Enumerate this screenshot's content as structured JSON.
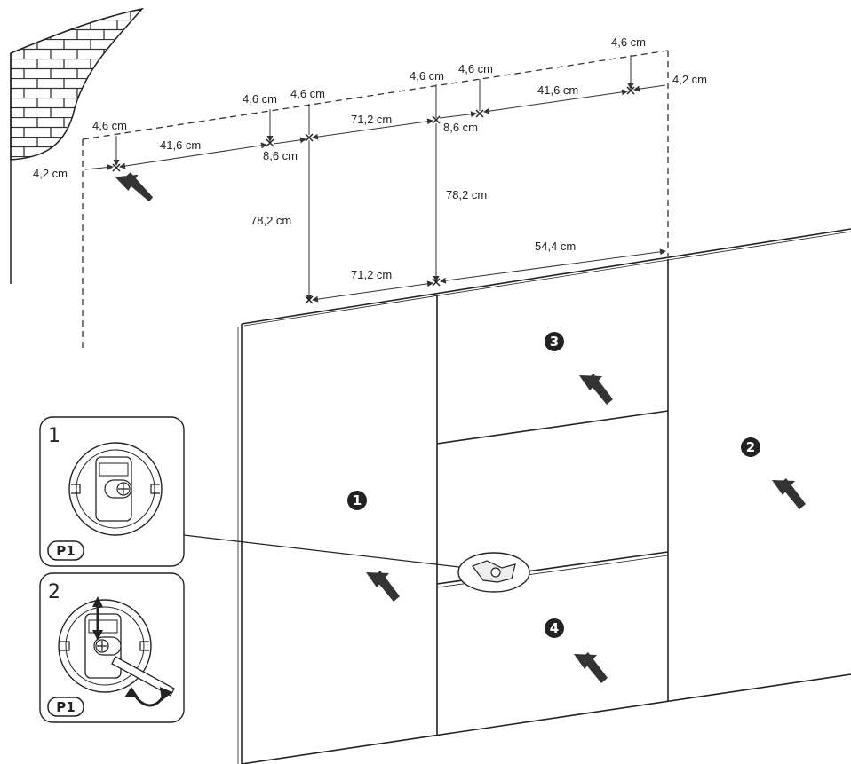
{
  "dimensions": {
    "d_top_right_46": "4,6 cm",
    "d_right_42": "4,2 cm",
    "d_mid_46_a": "4,6 cm",
    "d_mid_46_b": "4,6 cm",
    "d_41_6_right": "41,6 cm",
    "d_left_46_a": "4,6 cm",
    "d_left_46_b": "4,6 cm",
    "d_71_2_top": "71,2 cm",
    "d_8_6_right": "8,6 cm",
    "d_left_46": "4,6 cm",
    "d_41_6_left": "41,6 cm",
    "d_8_6_left": "8,6 cm",
    "d_left_42": "4,2 cm",
    "d_78_2_right": "78,2 cm",
    "d_78_2_left": "78,2 cm",
    "d_54_4": "54,4 cm",
    "d_71_2_bottom": "71,2 cm"
  },
  "panels": {
    "p1": "1",
    "p2": "2",
    "p3": "3",
    "p4": "4"
  },
  "inset": {
    "step1": "1",
    "step2": "2",
    "p1_label": "P1",
    "p1_label_2": "P1"
  }
}
